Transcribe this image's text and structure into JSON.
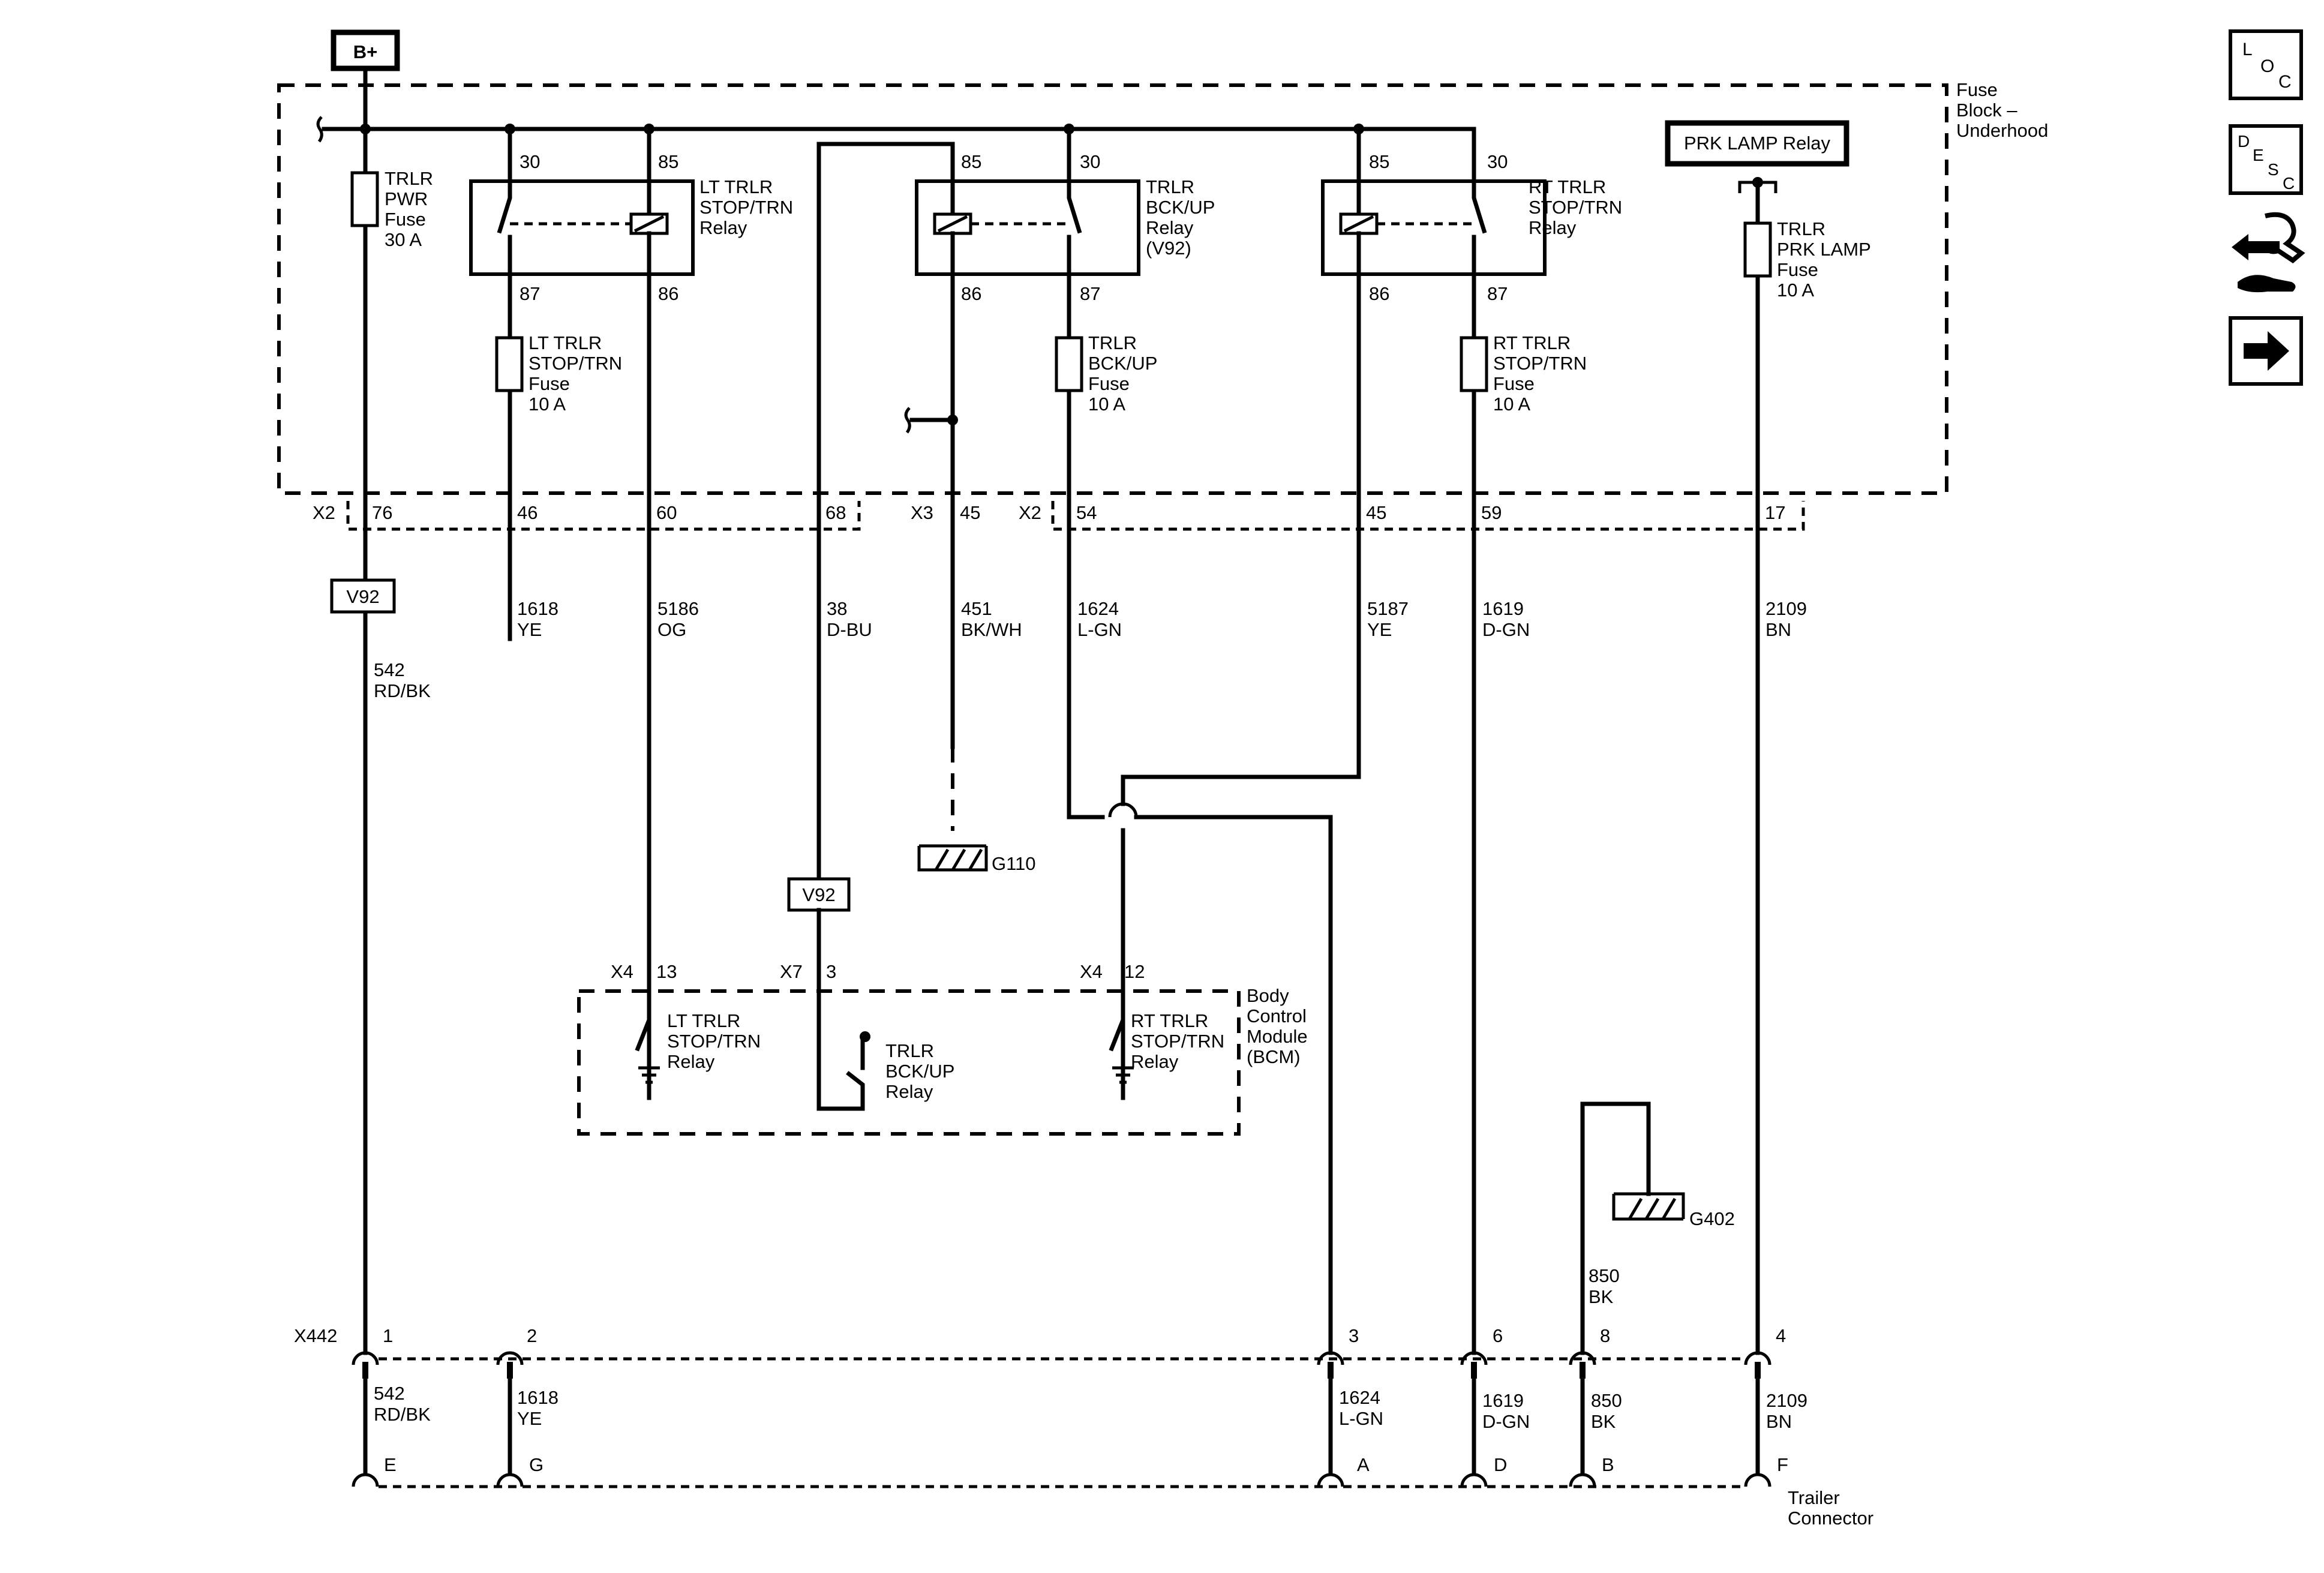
{
  "supply": {
    "label": "B+"
  },
  "fuse_block": {
    "label": [
      "Fuse",
      "Block –",
      "Underhood"
    ]
  },
  "prk_lamp_relay": {
    "label": "PRK LAMP Relay"
  },
  "fuses": {
    "pwr": [
      "TRLR",
      "PWR",
      "Fuse",
      "30 A"
    ],
    "lt": [
      "LT TRLR",
      "STOP/TRN",
      "Fuse",
      "10 A"
    ],
    "bck": [
      "TRLR",
      "BCK/UP",
      "Fuse",
      "10 A"
    ],
    "rt": [
      "RT TRLR",
      "STOP/TRN",
      "Fuse",
      "10 A"
    ],
    "prk": [
      "TRLR",
      "PRK LAMP",
      "Fuse",
      "10 A"
    ]
  },
  "relays": {
    "lt": {
      "name": [
        "LT TRLR",
        "STOP/TRN",
        "Relay"
      ],
      "pins": [
        "30",
        "85",
        "87",
        "86"
      ]
    },
    "bck": {
      "name": [
        "TRLR",
        "BCK/UP",
        "Relay",
        "(V92)"
      ],
      "pins": [
        "85",
        "30",
        "86",
        "87"
      ]
    },
    "rt": {
      "name": [
        "RT TRLR",
        "STOP/TRN",
        "Relay"
      ],
      "pins": [
        "85",
        "30",
        "86",
        "87"
      ]
    }
  },
  "fuse_block_connectors": {
    "x2a": "X2",
    "x3": "X3",
    "x2b": "X2",
    "pins": [
      "76",
      "46",
      "60",
      "68",
      "45",
      "54",
      "45",
      "59",
      "17"
    ]
  },
  "option_code": "V92",
  "wires": [
    {
      "circuit": "542",
      "color": "RD/BK"
    },
    {
      "circuit": "1618",
      "color": "YE"
    },
    {
      "circuit": "5186",
      "color": "OG"
    },
    {
      "circuit": "38",
      "color": "D-BU"
    },
    {
      "circuit": "451",
      "color": "BK/WH"
    },
    {
      "circuit": "1624",
      "color": "L-GN"
    },
    {
      "circuit": "5187",
      "color": "YE"
    },
    {
      "circuit": "1619",
      "color": "D-GN"
    },
    {
      "circuit": "2109",
      "color": "BN"
    }
  ],
  "grounds": {
    "g110": "G110",
    "g402": "G402"
  },
  "bcm": {
    "label": [
      "Body",
      "Control",
      "Module",
      "(BCM)"
    ],
    "connectors": [
      {
        "conn": "X4",
        "pin": "13"
      },
      {
        "conn": "X7",
        "pin": "3"
      },
      {
        "conn": "X4",
        "pin": "12"
      }
    ],
    "lt_relay": [
      "LT TRLR",
      "STOP/TRN",
      "Relay"
    ],
    "bck_relay": [
      "TRLR",
      "BCK/UP",
      "Relay"
    ],
    "rt_relay": [
      "RT TRLR",
      "STOP/TRN",
      "Relay"
    ]
  },
  "g402_wire": {
    "circuit": "850",
    "color": "BK"
  },
  "x442": {
    "label": "X442",
    "pins": [
      "1",
      "2",
      "3",
      "6",
      "8",
      "4"
    ],
    "lower_wires": [
      {
        "circuit": "542",
        "color": "RD/BK"
      },
      {
        "circuit": "1618",
        "color": "YE"
      },
      {
        "circuit": "1624",
        "color": "L-GN"
      },
      {
        "circuit": "1619",
        "color": "D-GN"
      },
      {
        "circuit": "850",
        "color": "BK"
      },
      {
        "circuit": "2109",
        "color": "BN"
      }
    ]
  },
  "trailer_connector": {
    "pins": [
      "E",
      "G",
      "A",
      "D",
      "B",
      "F"
    ],
    "label": [
      "Trailer",
      "Connector"
    ]
  },
  "nav": {
    "loc": [
      "L",
      "O",
      "C"
    ],
    "desc": [
      "D",
      "E",
      "S",
      "C"
    ]
  }
}
